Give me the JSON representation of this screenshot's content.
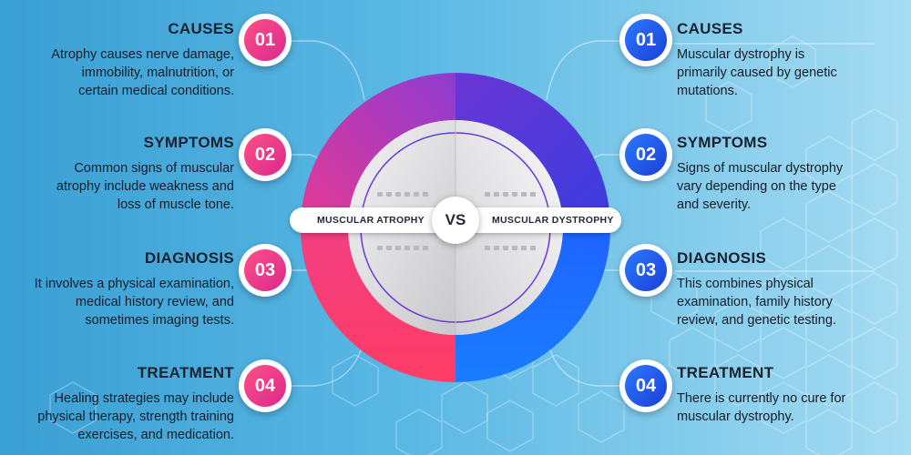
{
  "left": {
    "items": [
      {
        "num": "01",
        "title": "CAUSES",
        "desc": [
          "Atrophy causes nerve damage,",
          "immobility, malnutrition, or",
          "certain medical conditions."
        ]
      },
      {
        "num": "02",
        "title": "SYMPTOMS",
        "desc": [
          "Common signs of muscular",
          "atrophy include weakness and",
          "loss of muscle tone."
        ]
      },
      {
        "num": "03",
        "title": "DIAGNOSIS",
        "desc": [
          "It involves a physical examination,",
          "medical history review, and",
          "sometimes imaging tests."
        ]
      },
      {
        "num": "04",
        "title": "TREATMENT",
        "desc": [
          "Healing strategies may include",
          "physical therapy, strength training",
          "exercises, and medication."
        ]
      }
    ]
  },
  "right": {
    "items": [
      {
        "num": "01",
        "title": "CAUSES",
        "desc": [
          "Muscular dystrophy is",
          "primarily caused by genetic",
          "mutations."
        ]
      },
      {
        "num": "02",
        "title": "SYMPTOMS",
        "desc": [
          "Signs of muscular dystrophy",
          "vary depending on the type",
          "and severity."
        ]
      },
      {
        "num": "03",
        "title": "DIAGNOSIS",
        "desc": [
          "This combines physical",
          "examination, family history",
          "review, and genetic testing."
        ]
      },
      {
        "num": "04",
        "title": "TREATMENT",
        "desc": [
          "There is currently no cure for",
          "muscular dystrophy."
        ]
      }
    ]
  },
  "center": {
    "left_label": "MUSCULAR ATROPHY",
    "vs_label": "VS",
    "right_label": "MUSCULAR DYSTROPHY"
  },
  "colors": {
    "pink_accent": "#ff3d77",
    "magenta_accent": "#b43bc8",
    "blue_accent": "#1e63ff",
    "indigo_accent": "#4b2fd6"
  }
}
